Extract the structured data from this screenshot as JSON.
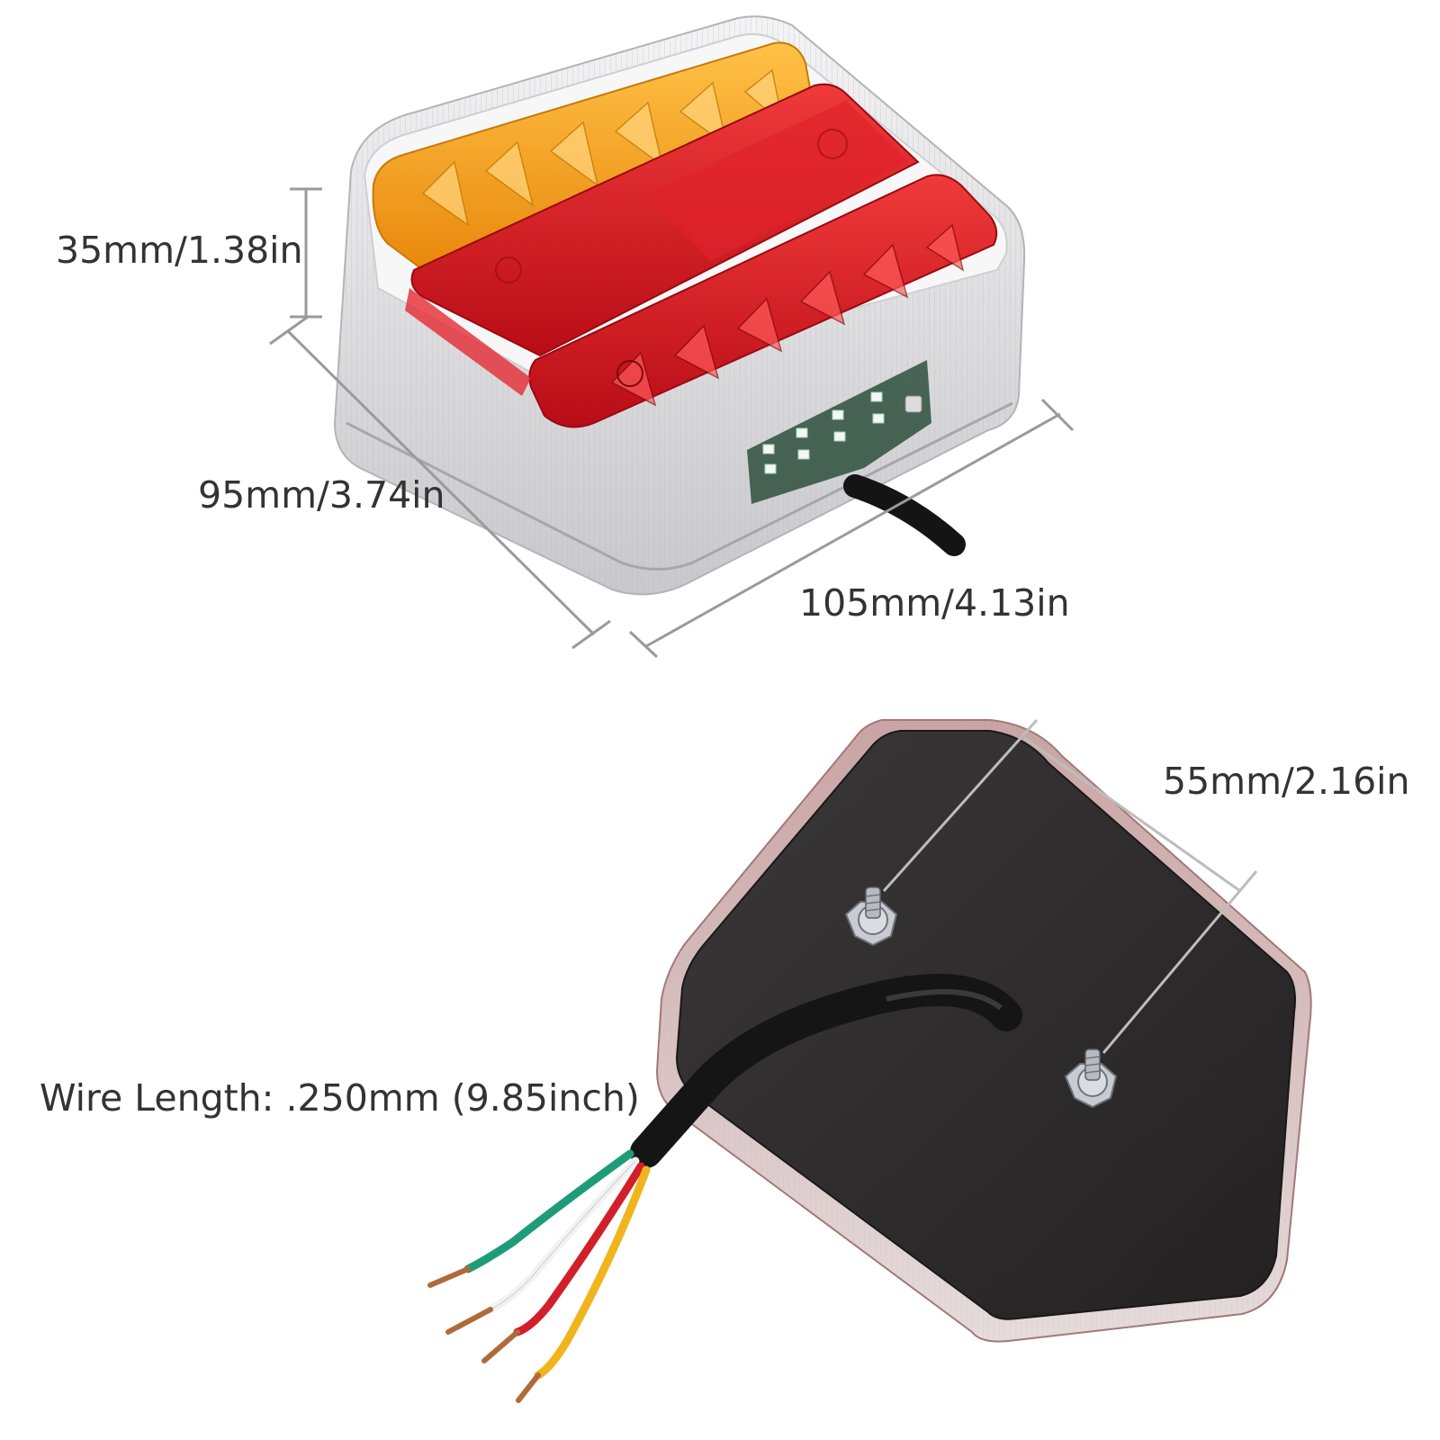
{
  "dimensions": {
    "height": "35mm/1.38in",
    "depth": "95mm/3.74in",
    "width": "105mm/4.13in",
    "hole_spacing": "55mm/2.16in",
    "wire_length": "Wire Length: .250mm (9.85inch)"
  },
  "colors": {
    "amber_lens": "#f5a11a",
    "red_lens": "#d9141f",
    "clear_housing": "#e8e8ea",
    "back_plate": "#2f2d2d",
    "dimension_line": "#9a9a9a",
    "wire_green": "#1e9c7a",
    "wire_white": "#f2f2f2",
    "wire_red": "#d2202a",
    "wire_yellow": "#f0b41c"
  },
  "icons": [
    "tail-light-front-image",
    "tail-light-back-image",
    "mounting-bolt-icon",
    "wire-bundle-icon"
  ]
}
